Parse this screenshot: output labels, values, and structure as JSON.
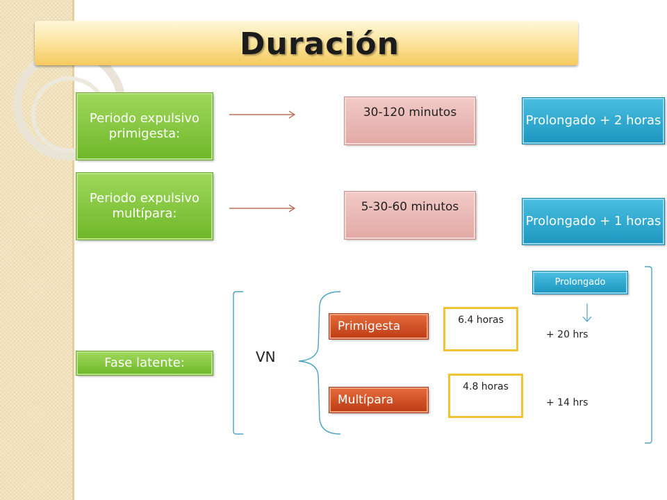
{
  "title": "Duración",
  "rows": [
    {
      "label": "Periodo expulsivo primigesta:",
      "duration": "30-120 minutos",
      "prolonged": "Prolongado + 2 horas"
    },
    {
      "label": "Periodo expulsivo multípara:",
      "duration": "5-30-60 minutos",
      "prolonged": "Prolongado + 1 horas"
    }
  ],
  "latent": {
    "label": "Fase latente:",
    "vn": "VN",
    "prolongado": "Prolongado",
    "primigesta": {
      "label": "Primigesta",
      "hours": "6.4 horas",
      "extra": "+ 20  hrs"
    },
    "multipara": {
      "label": "Multípara",
      "hours": "4.8 horas",
      "extra": "+ 14  hrs"
    }
  },
  "colors": {
    "green": "#7cc23a",
    "pink": "#e8b5b0",
    "blue": "#2aa6d0",
    "orange": "#cf4b1f",
    "yellow_border": "#f1c232",
    "title_bar": "#f9d77c"
  }
}
